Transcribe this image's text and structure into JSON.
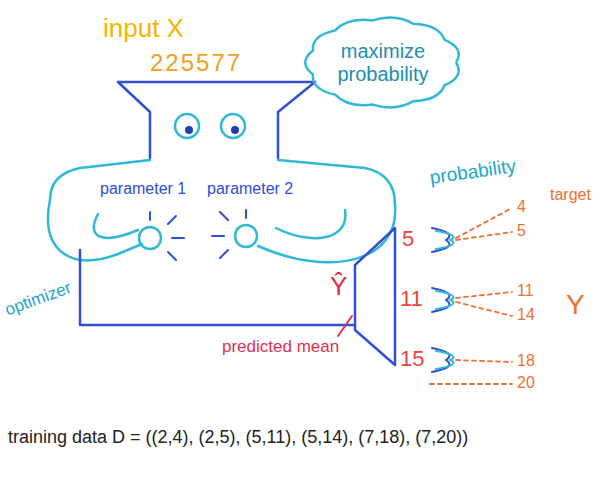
{
  "diagram": {
    "nodes": [
      {
        "text": [
          "maximize probability"
        ]
      },
      {
        "text": [
          "parameter 1",
          "parameter 2"
        ]
      }
    ],
    "labels": [
      "input X",
      "225577",
      "optimizer",
      "probability",
      "target",
      "5",
      "11",
      "15",
      "4",
      "5",
      "11",
      "14",
      "18",
      "20",
      "Y",
      "Ŷ",
      "predicted mean",
      "training data D = ((2,4), (2,5), (5,11), (5,14), (7,18), (7,20))"
    ]
  }
}
